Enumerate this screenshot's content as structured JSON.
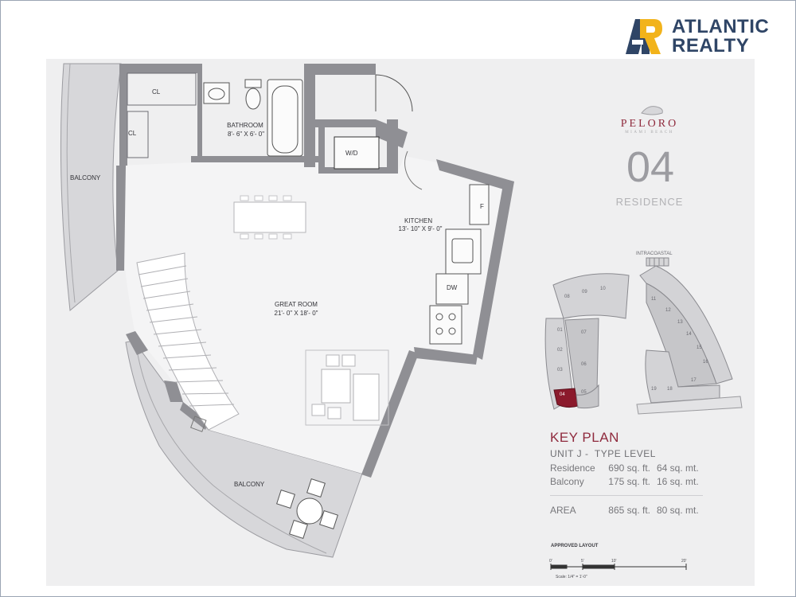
{
  "logo": {
    "line1": "ATLANTIC",
    "line2": "REALTY",
    "colors": {
      "yellow": "#f2b31b",
      "navy": "#2f4566"
    }
  },
  "brand": {
    "name": "PELORO",
    "subtitle": "MIAMI BEACH"
  },
  "unit": {
    "number": "04",
    "word": "RESIDENCE"
  },
  "rooms": {
    "closet_1": "CL",
    "closet_2": "CL",
    "bathroom_name": "BATHROOM",
    "bathroom_dim": "8'- 6\" X 6'- 0\"",
    "washer_dryer": "W/D",
    "balcony_west": "BALCONY",
    "kitchen_name": "KITCHEN",
    "kitchen_dim": "13'- 10\" X 9'- 0\"",
    "fridge": "F",
    "dishwasher": "DW",
    "great_room_name": "GREAT ROOM",
    "great_room_dim": "21'- 0\" X 18'- 0\"",
    "balcony_south": "BALCONY"
  },
  "key_plan": {
    "title": "KEY PLAN",
    "water_label": "INTRACOASTAL",
    "unit_line": "UNIT J -  TYPE LEVEL",
    "units": [
      "01",
      "02",
      "03",
      "04",
      "05",
      "06",
      "07",
      "08",
      "09",
      "10",
      "11",
      "12",
      "13",
      "14",
      "15",
      "16",
      "17",
      "18",
      "19"
    ],
    "highlight_color": "#8b1a2c"
  },
  "areas": {
    "residence": {
      "label": "Residence",
      "sqft": "690 sq. ft.",
      "sqm": "64 sq. mt."
    },
    "balcony": {
      "label": "Balcony",
      "sqft": "175 sq. ft.",
      "sqm": "16 sq. mt."
    },
    "total": {
      "label": "AREA",
      "sqft": "865 sq. ft.",
      "sqm": "80 sq. mt."
    }
  },
  "scale": {
    "approved": "APPROVED LAYOUT",
    "ticks": [
      "0'",
      "5'",
      "10'",
      "20'"
    ],
    "caption": "Scale: 1/4\" = 1'-0\""
  }
}
